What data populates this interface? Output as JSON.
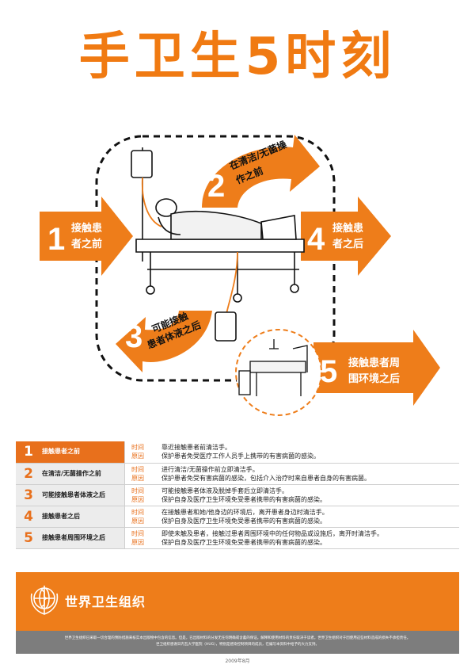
{
  "title": "手卫生5时刻",
  "moments": [
    {
      "num": "1",
      "label": "接触患者之前",
      "diagram_label": [
        "接触患",
        "者之前"
      ],
      "time_label": "时间",
      "reason_label": "原因",
      "time": "靠近接触患者前清洁手。",
      "reason": "保护患者免受医疗工作人员手上携带的有害病菌的感染。"
    },
    {
      "num": "2",
      "label": "在清洁/无菌操作之前",
      "diagram_label": [
        "在清洁/无菌操",
        "作之前"
      ],
      "time_label": "时间",
      "reason_label": "原因",
      "time": "进行清洁/无菌操作前立即清洁手。",
      "reason": "保护患者免受有害病菌的感染，包括介入治疗时来自患者自身的有害病菌。"
    },
    {
      "num": "3",
      "label": "可能接触患者体液之后",
      "diagram_label": [
        "可能接触",
        "患者体液之后"
      ],
      "time_label": "时间",
      "reason_label": "原因",
      "time": "可能接触患者体液及脱掉手套后立即清洁手。",
      "reason": "保护自身及医疗卫生环境免受患者携带的有害病菌的感染。"
    },
    {
      "num": "4",
      "label": "接触患者之后",
      "diagram_label": [
        "接触患",
        "者之后"
      ],
      "time_label": "时间",
      "reason_label": "原因",
      "time": "在接触患者和她/他身边的环境后，离开患者身边时清洁手。",
      "reason": "保护自身及医疗卫生环境免受患者携带的有害病菌的感染。"
    },
    {
      "num": "5",
      "label": "接触患者周围环境之后",
      "diagram_label": [
        "接触患者周",
        "围环境之后"
      ],
      "time_label": "时间",
      "reason_label": "原因",
      "time": "即使未触及患者，接触过患者周围环境中的任何物品或设施后，离开时清洁手。",
      "reason": "保护自身及医疗卫生环境免受患者携带的有害病菌的感染。"
    }
  ],
  "organization": "世界卫生组织",
  "footer": {
    "line1": "世界卫生组织已采取一切合理的预防措施来核实本出版物中包含的信息。但是，已出版材料的分发无任何明确或含蓄的保证。解释和使用材料的责任取决于读者。世界卫生组织对于因使用这些材料造成的损失不承担责任。",
    "line2": "世卫组织感谢日内瓦大学医院（HUG），特别是感染控制项目的成员，在编写本资料中给予的大力支持。"
  },
  "date": "2009年8月",
  "colors": {
    "accent": "#ee7d1a",
    "dark": "#222222"
  }
}
